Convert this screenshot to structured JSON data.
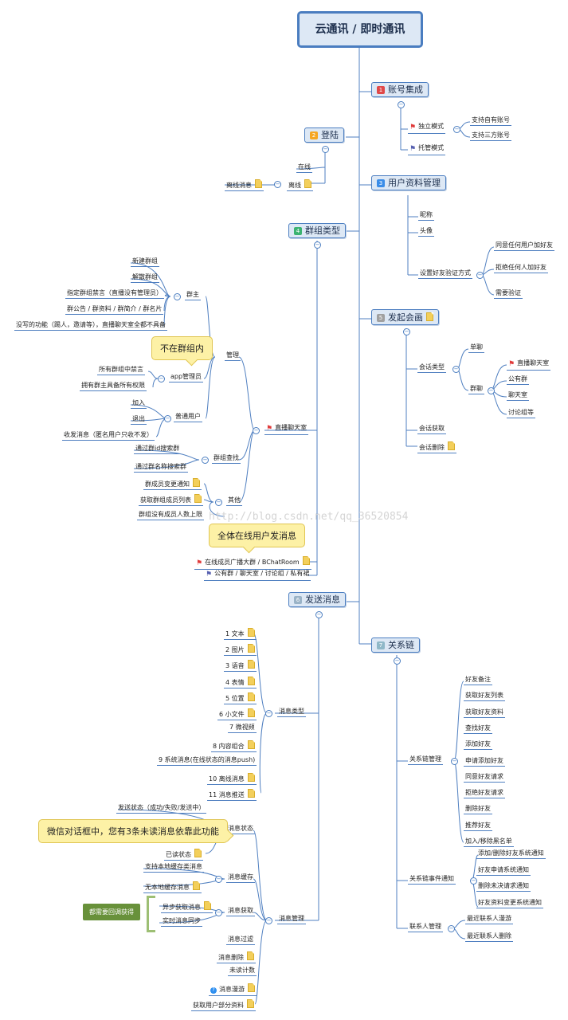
{
  "root": "云通讯 / 即时通讯",
  "watermark": "http://blog.csdn.net/qq_36520854",
  "colors": {
    "accent": "#4a7dc0",
    "node_fill": "#dde8f5",
    "callout": "#fdf1a6",
    "green": "#68913a"
  },
  "branches": {
    "account": {
      "badge": "1",
      "badge_color": "#e04848",
      "label": "账号集成",
      "independent": "独立模式",
      "own_account": "支持自有账号",
      "third_account": "支持三方账号",
      "hosted": "托管模式"
    },
    "login": {
      "badge": "2",
      "badge_color": "#f5a623",
      "label": "登陆",
      "online": "在线",
      "offline": "离线",
      "offline_msg": "离线消息"
    },
    "profile": {
      "badge": "3",
      "badge_color": "#3b8de8",
      "label": "用户资料管理",
      "nickname": "昵称",
      "avatar": "头像",
      "verify": "设置好友验证方式",
      "allow_any": "同意任何用户加好友",
      "reject_any": "拒绝任何人加好友",
      "need_verify": "需要验证"
    },
    "group": {
      "badge": "4",
      "badge_color": "#3cb371",
      "label": "群组类型",
      "live_room": "直播聊天室",
      "manage": "管理",
      "owner": "群主",
      "create": "新建群组",
      "dismiss": "解散群组",
      "mute_member": "指定群组禁言（直播没有管理员）",
      "announce": "群公告 / 群资料 / 群简介 / 群名片",
      "missing": "没写的功能（踢人，邀请等），直播聊天室全都不具备",
      "callout_not_in_group": "不在群组内",
      "app_admin": "app管理员",
      "mute_all": "所有群组中禁言",
      "owner_perm": "拥有群主具备所有权限",
      "normal_user": "普通用户",
      "join": "加入",
      "quit": "退出",
      "recv_only": "收发消息（匿名用户只收不发）",
      "search": "群组查找",
      "search_id": "通过群id搜索群",
      "search_name": "通过群名称搜索群",
      "other": "其他",
      "member_change": "群成员变更通知",
      "member_list": "获取群组成员列表",
      "no_limit": "群组没有成员人数上限",
      "callout_broadcast": "全体在线用户发消息",
      "bchat": "在线成员广播大群 / BChatRoom",
      "public": "公有群 / 聊天室 / 讨论组 / 私有裙"
    },
    "conversation": {
      "badge": "5",
      "badge_color": "#a0a0a0",
      "label": "发起会画",
      "type": "会话类型",
      "single": "单聊",
      "group": "群聊",
      "live": "直播聊天室",
      "public": "公有群",
      "chatroom": "聊天室",
      "discussion": "讨论组等",
      "fetch": "会话获取",
      "delete": "会话删除"
    },
    "messaging": {
      "badge": "6",
      "badge_color": "#9ab3c7",
      "label": "发送消息",
      "msg_type": "消息类型",
      "types": [
        "1 文本",
        "2 图片",
        "3 语音",
        "4 表情",
        "5 位置",
        "6 小文件",
        "7 微视频",
        "8 内容组合",
        "9 系统消息(在线状态的消息push)",
        "10 离线消息",
        "11 消息推送"
      ],
      "msg_manage": "消息管理",
      "status": "消息状态",
      "send_status": "发送状态（成功/失败/发送中）",
      "callout_unread": "微信对话框中，您有3条未读消息依靠此功能",
      "read_status": "已读状态",
      "cache": "消息缓存",
      "local_cache": "支持本地缓存类消息",
      "no_cache": "无本地缓存消息",
      "fetch": "消息获取",
      "async": "异步获取消息",
      "realtime": "实时消息同步",
      "green_note": "都需要回调获得",
      "filter": "消息过滤",
      "delete": "消息删除",
      "unread_count": "未读计数",
      "roaming": "消息漫游",
      "partial_profile": "获取用户部分资料"
    },
    "relation": {
      "badge": "7",
      "badge_color": "#8fb8c8",
      "label": "关系链",
      "manage": "关系链管理",
      "items": [
        "好友备注",
        "获取好友列表",
        "获取好友资料",
        "查找好友",
        "添加好友",
        "申请添加好友",
        "同意好友请求",
        "拒绝好友请求",
        "删除好友",
        "推荐好友",
        "加入/移除黑名单"
      ],
      "event": "关系链事件通知",
      "events": [
        "添加/删除好友系统通知",
        "好友申请系统通知",
        "删除未决请求通知",
        "好友资料变更系统通知"
      ],
      "contact": "联系人管理",
      "contacts": [
        "最近联系人漫游",
        "最近联系人删除"
      ]
    }
  }
}
